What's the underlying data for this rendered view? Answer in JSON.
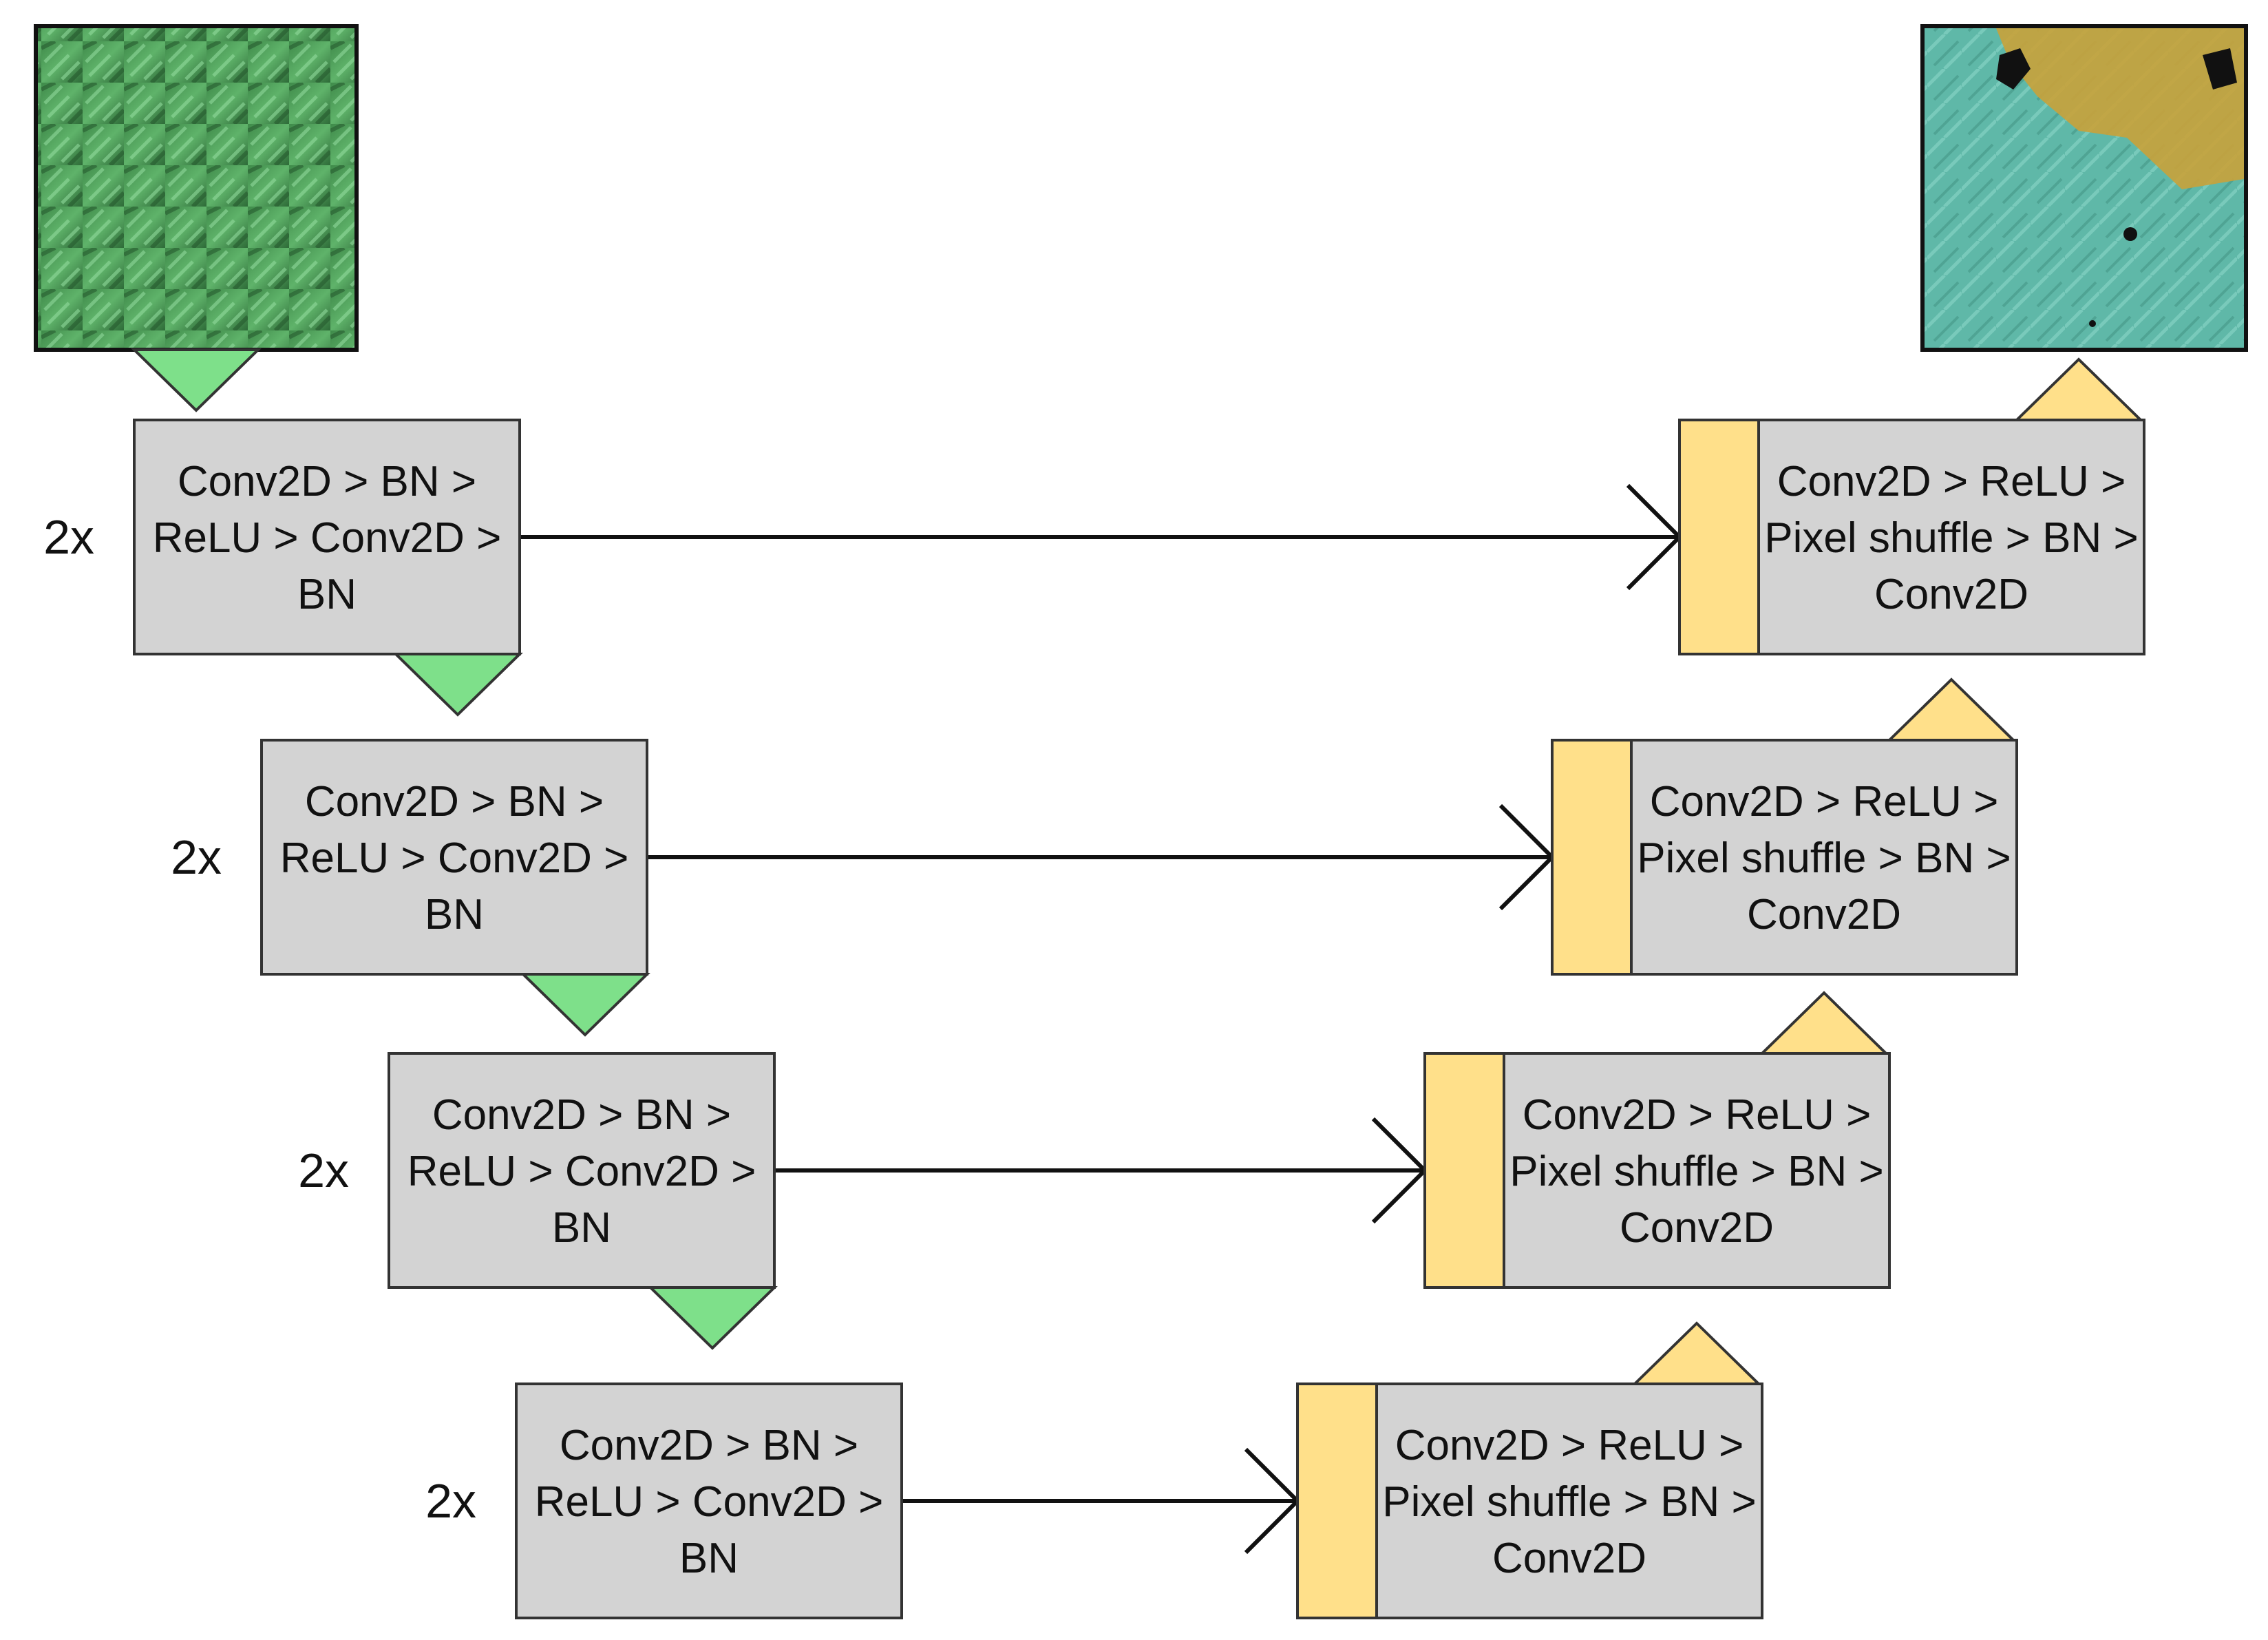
{
  "diagram": {
    "input_image": {
      "icon": "leaf-foliage-photo",
      "description_colors": [
        "#3f8a4a",
        "#5fb36a",
        "#2e6b38"
      ]
    },
    "output_image": {
      "icon": "segmentation-mask-photo",
      "description_colors": [
        "#5fb8a8",
        "#c9a23a",
        "#111111"
      ]
    },
    "colors": {
      "block_fill": "#d3d3d3",
      "block_stroke": "#333333",
      "down_arrow": "#7ee08a",
      "up_arrow": "#ffe08a",
      "concat_bar": "#ffe08a",
      "skip_line": "#111111"
    },
    "encoder": [
      {
        "repeat": "2x",
        "lines": [
          "Conv2D > BN >",
          "ReLU  > Conv2D >",
          "BN"
        ]
      },
      {
        "repeat": "2x",
        "lines": [
          "Conv2D > BN >",
          "ReLU  > Conv2D >",
          "BN"
        ]
      },
      {
        "repeat": "2x",
        "lines": [
          "Conv2D > BN >",
          "ReLU  > Conv2D >",
          "BN"
        ]
      },
      {
        "repeat": "2x",
        "lines": [
          "Conv2D > BN >",
          "ReLU  > Conv2D >",
          "BN"
        ]
      }
    ],
    "decoder": [
      {
        "lines": [
          "Conv2D > ReLU  >",
          "Pixel shuffle > BN >",
          "Conv2D"
        ]
      },
      {
        "lines": [
          "Conv2D > ReLU  >",
          "Pixel shuffle > BN >",
          "Conv2D"
        ]
      },
      {
        "lines": [
          "Conv2D > ReLU  >",
          "Pixel shuffle > BN >",
          "Conv2D"
        ]
      },
      {
        "lines": [
          "Conv2D > ReLU  >",
          "Pixel shuffle > BN >",
          "Conv2D"
        ]
      }
    ]
  }
}
